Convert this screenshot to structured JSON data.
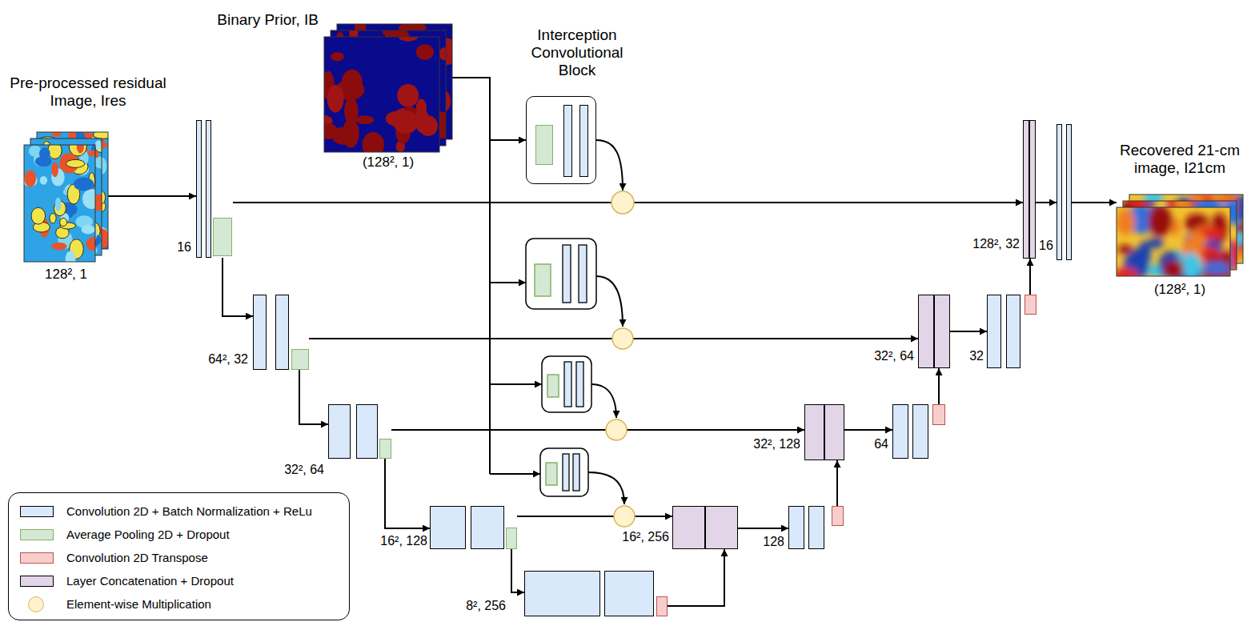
{
  "diagram": {
    "nodes": [
      {
        "text": [
          "Pre-processed residual Image, Ires",
          "128², 1"
        ]
      },
      {
        "text": [
          "Binary Prior, IB",
          "(128², 1)"
        ]
      },
      {
        "text": [
          "Interception Convolutional Block"
        ]
      },
      {
        "text": [
          "16"
        ]
      },
      {
        "text": [
          "64², 32"
        ]
      },
      {
        "text": [
          "32², 64"
        ]
      },
      {
        "text": [
          "16², 128"
        ]
      },
      {
        "text": [
          "8², 256"
        ]
      },
      {
        "text": [
          "16², 256"
        ]
      },
      {
        "text": [
          "128"
        ]
      },
      {
        "text": [
          "32², 128"
        ]
      },
      {
        "text": [
          "64"
        ]
      },
      {
        "text": [
          "32², 64"
        ]
      },
      {
        "text": [
          "32"
        ]
      },
      {
        "text": [
          "128², 32"
        ]
      },
      {
        "text": [
          "16"
        ]
      },
      {
        "text": [
          "Recovered 21-cm image, I21cm",
          "(128², 1)"
        ]
      }
    ],
    "edges": [
      {
        "from": 0,
        "to": 3,
        "arrow": "to"
      },
      {
        "from": 3,
        "to": 4,
        "arrow": "to"
      },
      {
        "from": 4,
        "to": 5,
        "arrow": "to"
      },
      {
        "from": 5,
        "to": 6,
        "arrow": "to"
      },
      {
        "from": 6,
        "to": 7,
        "arrow": "to"
      },
      {
        "from": 7,
        "to": 8,
        "arrow": "to"
      },
      {
        "from": 8,
        "to": 9,
        "arrow": "to"
      },
      {
        "from": 9,
        "to": 10,
        "arrow": "to"
      },
      {
        "from": 10,
        "to": 11,
        "arrow": "to"
      },
      {
        "from": 11,
        "to": 12,
        "arrow": "to"
      },
      {
        "from": 12,
        "to": 13,
        "arrow": "to"
      },
      {
        "from": 13,
        "to": 14,
        "arrow": "to"
      },
      {
        "from": 14,
        "to": 15,
        "arrow": "to"
      },
      {
        "from": 15,
        "to": 16,
        "arrow": "to"
      },
      {
        "from": 6,
        "to": 8,
        "arrow": "to"
      },
      {
        "from": 5,
        "to": 10,
        "arrow": "to"
      },
      {
        "from": 4,
        "to": 12,
        "arrow": "to"
      },
      {
        "from": 3,
        "to": 14,
        "arrow": "to"
      },
      {
        "from": 1,
        "to": 2,
        "arrow": "to"
      }
    ],
    "legend": [
      {
        "text": "Convolution 2D + Batch Normalization + ReLu",
        "color": "#dae8fc"
      },
      {
        "text": "Average Pooling 2D + Dropout",
        "color": "#d5e8d4"
      },
      {
        "text": "Convolution 2D Transpose",
        "color": "#f8cecc"
      },
      {
        "text": "Layer Concatenation + Dropout",
        "color": "#e1d5e7"
      },
      {
        "text": "Element-wise Multiplication",
        "color": "#fff2cc"
      }
    ]
  }
}
